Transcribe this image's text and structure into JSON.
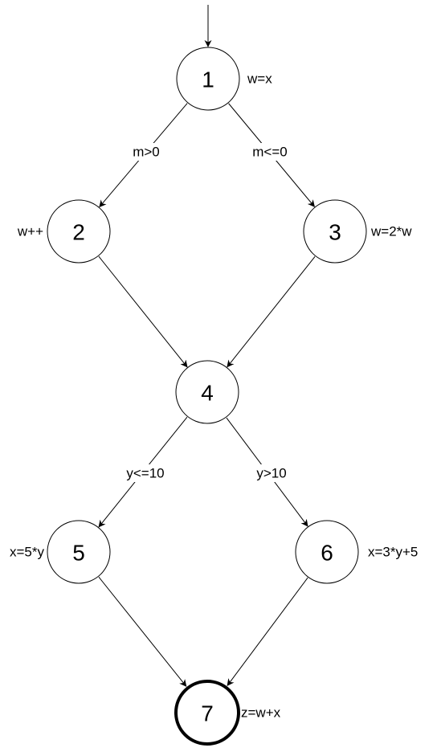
{
  "nodes": [
    {
      "id": "1",
      "label": "1",
      "statement": "w=x"
    },
    {
      "id": "2",
      "label": "2",
      "statement": "w++"
    },
    {
      "id": "3",
      "label": "3",
      "statement": "w=2*w"
    },
    {
      "id": "4",
      "label": "4",
      "statement": ""
    },
    {
      "id": "5",
      "label": "5",
      "statement": "x=5*y"
    },
    {
      "id": "6",
      "label": "6",
      "statement": "x=3*y+5"
    },
    {
      "id": "7",
      "label": "7",
      "statement": "z=w+x",
      "final": true
    }
  ],
  "edges": [
    {
      "from": "1",
      "to": "2",
      "label": "m>0"
    },
    {
      "from": "1",
      "to": "3",
      "label": "m<=0"
    },
    {
      "from": "2",
      "to": "4",
      "label": ""
    },
    {
      "from": "3",
      "to": "4",
      "label": ""
    },
    {
      "from": "4",
      "to": "5",
      "label": "y<=10"
    },
    {
      "from": "4",
      "to": "6",
      "label": "y>10"
    },
    {
      "from": "5",
      "to": "7",
      "label": ""
    },
    {
      "from": "6",
      "to": "7",
      "label": ""
    }
  ],
  "colors": {
    "stroke": "#000000",
    "fill": "#ffffff",
    "text": "#000000"
  }
}
